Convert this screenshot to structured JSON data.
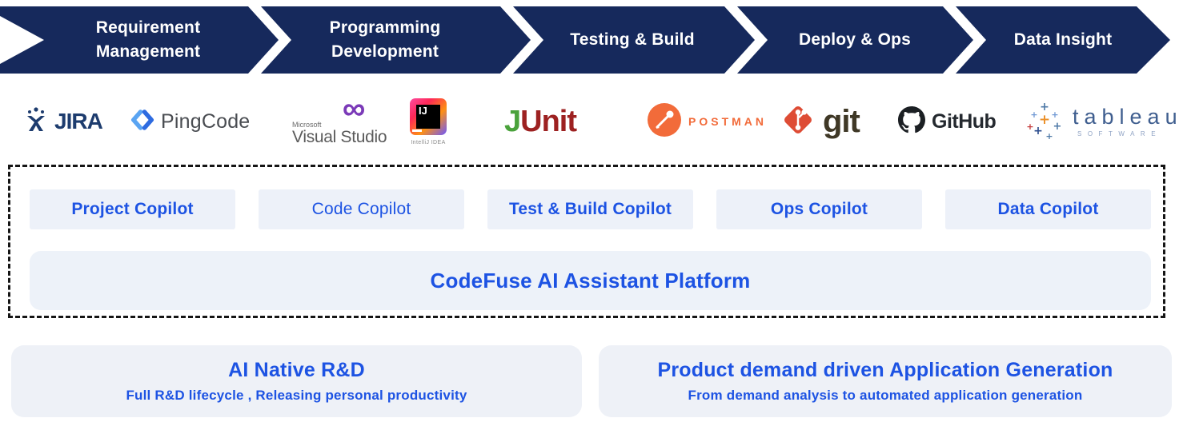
{
  "colors": {
    "banner_navy": "#16295c",
    "accent_blue": "#1d53e3",
    "panel_bg": "#edf1f9",
    "dashed_border": "#151515"
  },
  "pipeline": {
    "stages": [
      {
        "label": "Requirement\nManagement"
      },
      {
        "label": "Programming\nDevelopment"
      },
      {
        "label": "Testing & Build"
      },
      {
        "label": "Deploy & Ops"
      },
      {
        "label": "Data Insight"
      }
    ]
  },
  "tools": {
    "jira": {
      "name": "JIRA"
    },
    "pingcode": {
      "name": "PingCode"
    },
    "visualstudio": {
      "brand": "Microsoft",
      "name": "Visual Studio"
    },
    "intellij": {
      "badge": "IJ",
      "caption": "IntelliJ IDEA"
    },
    "junit": {
      "j": "J",
      "unit": "Unit"
    },
    "postman": {
      "name": "POSTMAN"
    },
    "git": {
      "name": "git"
    },
    "github": {
      "name": "GitHub"
    },
    "tableau": {
      "name": "tableau",
      "sub": "SOFTWARE"
    }
  },
  "copilots": [
    {
      "label": "Project Copilot"
    },
    {
      "label": "Code Copilot"
    },
    {
      "label": "Test & Build Copilot"
    },
    {
      "label": "Ops Copilot"
    },
    {
      "label": "Data Copilot"
    }
  ],
  "platform": {
    "title": "CodeFuse AI Assistant Platform"
  },
  "highlights": [
    {
      "title": "AI Native R&D",
      "subtitle": "Full R&D lifecycle , Releasing personal productivity"
    },
    {
      "title": "Product demand driven Application Generation",
      "subtitle": "From demand analysis to automated application generation"
    }
  ]
}
